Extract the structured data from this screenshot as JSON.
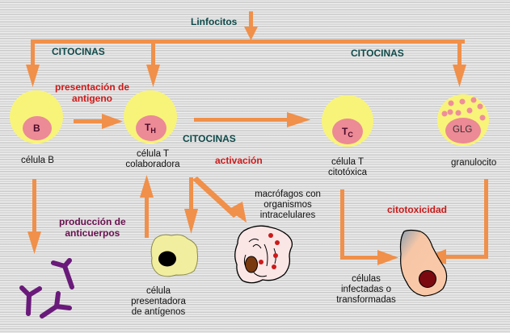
{
  "colors": {
    "arrow": "#f0904a",
    "cell_yellow": "#f8f47a",
    "nucleus_pink": "#ec8a96",
    "granule_pink": "#ee8e9a",
    "label_teal": "#0f4a4a",
    "label_red": "#cc1a1a",
    "label_purple": "#6a1050",
    "antibody_purple": "#6a1a7a",
    "apc_fill": "#f2eea0",
    "macrophage_fill": "#fbe6e6",
    "macrophage_dot": "#cc1a1a",
    "macrophage_nucleus": "#7a3a10",
    "target_cell_fill": "#f8c8a8",
    "target_cell_nucleus": "#7a0a10"
  },
  "labels": {
    "linfocitos": "Linfocitos",
    "citocinas_left": "CITOCINAS",
    "citocinas_right": "CITOCINAS",
    "citocinas_center": "CITOCINAS",
    "presentacion_line1": "presentación de",
    "presentacion_line2": "antigeno",
    "activacion": "activación",
    "produccion_line1": "producción de",
    "produccion_line2": "anticuerpos",
    "citotoxicidad": "citotoxicidad"
  },
  "cells": {
    "b_cell": {
      "nucleus": "B",
      "caption": "célula B"
    },
    "th_cell": {
      "nucleus_main": "T",
      "nucleus_sub": "H",
      "caption_line1": "célula T",
      "caption_line2": "colaboradora"
    },
    "tc_cell": {
      "nucleus_main": "T",
      "nucleus_sub": "C",
      "caption_line1": "célula T",
      "caption_line2": "citotóxica"
    },
    "granulocyte": {
      "nucleus": "GLG",
      "caption": "granulocito"
    },
    "apc": {
      "caption_line1": "célula",
      "caption_line2": "presentadora",
      "caption_line3": "de antígenos"
    },
    "macrophage": {
      "caption_line1": "macrófagos con",
      "caption_line2": "organismos",
      "caption_line3": "intracelulares"
    },
    "target": {
      "caption_line1": "células",
      "caption_line2": "infectadas o",
      "caption_line3": "transformadas"
    }
  }
}
